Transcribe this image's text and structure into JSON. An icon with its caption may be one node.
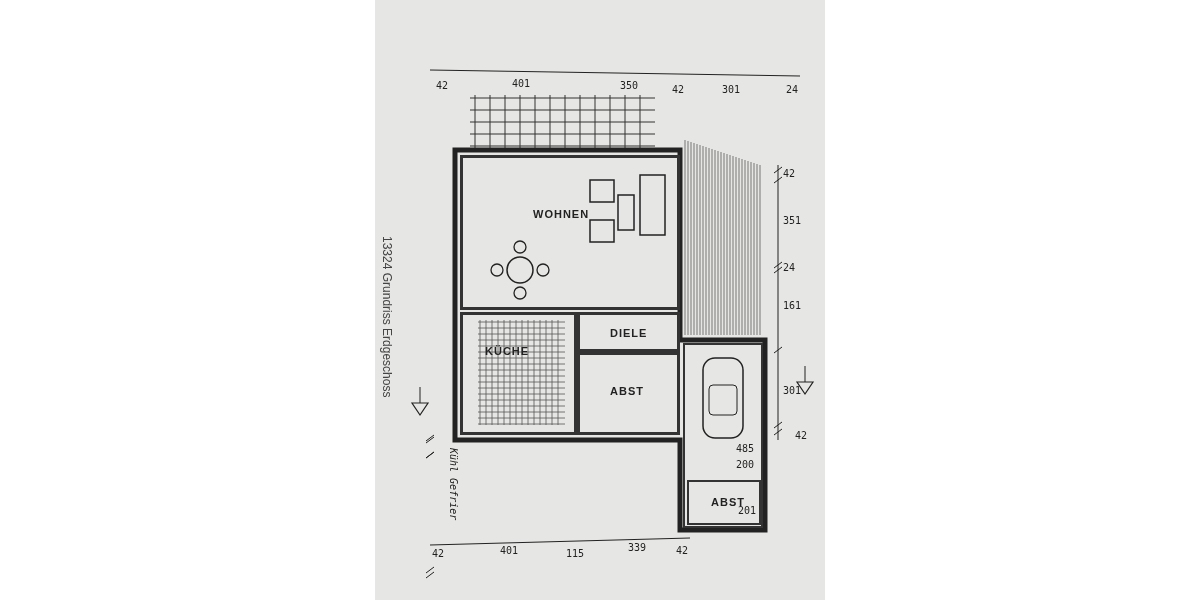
{
  "diagram": {
    "caption": "13324 Grundriss Erdgeschoss",
    "nodes": [
      {
        "text": [
          "WOHNEN"
        ]
      },
      {
        "text": [
          "DIELE"
        ]
      },
      {
        "text": [
          "KÜCHE"
        ]
      },
      {
        "text": [
          "ABST"
        ]
      },
      {
        "text": [],
        "shape": "box"
      },
      {
        "text": [
          "ABST"
        ],
        "in": 4
      }
    ],
    "edges": [],
    "labels": [
      "42",
      "401",
      "350",
      "42",
      "301",
      "24",
      "42",
      "351",
      "24",
      "161",
      "301",
      "42",
      "485",
      "200",
      "201",
      "42",
      "401",
      "115",
      "339",
      "42",
      "Kühl Gefrier"
    ]
  }
}
